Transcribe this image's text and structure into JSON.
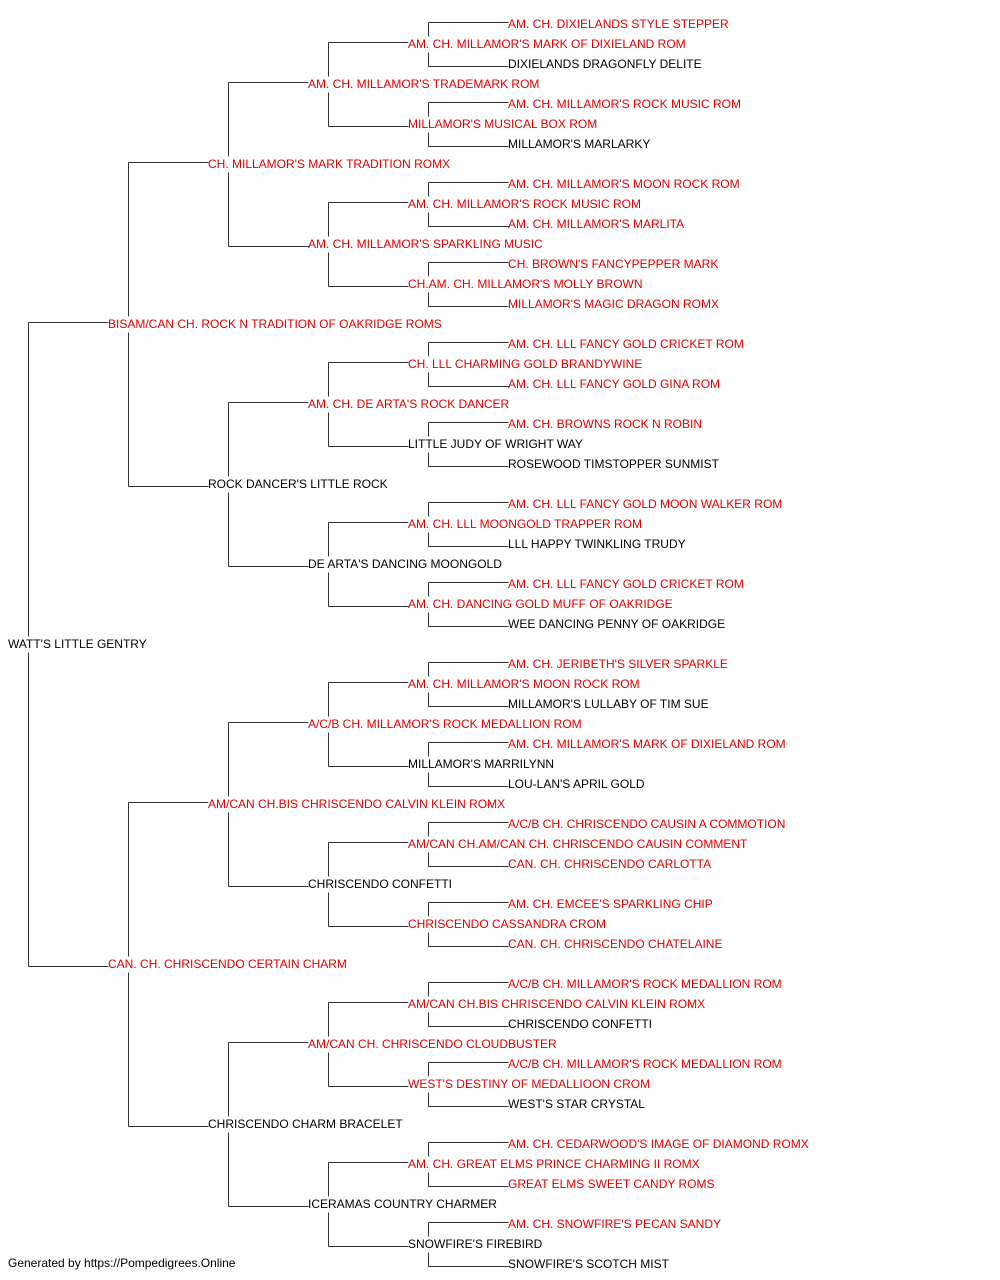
{
  "colors": {
    "titled": "#e00000",
    "untitled": "#000000",
    "line": "#333333"
  },
  "pedigree": {
    "name": "WATT'S LITTLE GENTRY",
    "titled": false,
    "sire": {
      "name": "BISAM/CAN CH. ROCK N TRADITION OF OAKRIDGE ROMS",
      "titled": true,
      "sire": {
        "name": "CH. MILLAMOR'S MARK TRADITION ROMX",
        "titled": true,
        "sire": {
          "name": "AM. CH. MILLAMOR'S TRADEMARK ROM",
          "titled": true,
          "sire": {
            "name": "AM. CH. MILLAMOR'S MARK OF DIXIELAND ROM",
            "titled": true,
            "sire": {
              "name": "AM. CH. DIXIELANDS STYLE STEPPER",
              "titled": true
            },
            "dam": {
              "name": "DIXIELANDS DRAGONFLY DELITE",
              "titled": false
            }
          },
          "dam": {
            "name": "MILLAMOR'S MUSICAL BOX ROM",
            "titled": true,
            "sire": {
              "name": "AM. CH. MILLAMOR'S ROCK MUSIC ROM",
              "titled": true
            },
            "dam": {
              "name": "MILLAMOR'S MARLARKY",
              "titled": false
            }
          }
        },
        "dam": {
          "name": "AM. CH. MILLAMOR'S SPARKLING MUSIC",
          "titled": true,
          "sire": {
            "name": "AM. CH. MILLAMOR'S ROCK MUSIC ROM",
            "titled": true,
            "sire": {
              "name": "AM. CH. MILLAMOR'S MOON ROCK ROM",
              "titled": true
            },
            "dam": {
              "name": "AM. CH. MILLAMOR'S MARLITA",
              "titled": true
            }
          },
          "dam": {
            "name": "CH.AM. CH. MILLAMOR'S MOLLY BROWN",
            "titled": true,
            "sire": {
              "name": "CH. BROWN'S FANCYPEPPER MARK",
              "titled": true
            },
            "dam": {
              "name": "MILLAMOR'S MAGIC DRAGON ROMX",
              "titled": true
            }
          }
        }
      },
      "dam": {
        "name": "ROCK DANCER'S LITTLE ROCK",
        "titled": false,
        "sire": {
          "name": "AM. CH. DE ARTA'S ROCK DANCER",
          "titled": true,
          "sire": {
            "name": "CH. LLL CHARMING GOLD BRANDYWINE",
            "titled": true,
            "sire": {
              "name": "AM. CH. LLL FANCY GOLD CRICKET ROM",
              "titled": true
            },
            "dam": {
              "name": "AM. CH. LLL FANCY GOLD GINA ROM",
              "titled": true
            }
          },
          "dam": {
            "name": "LITTLE JUDY OF WRIGHT WAY",
            "titled": false,
            "sire": {
              "name": "AM. CH. BROWNS ROCK N ROBIN",
              "titled": true
            },
            "dam": {
              "name": "ROSEWOOD TIMSTOPPER SUNMIST",
              "titled": false
            }
          }
        },
        "dam": {
          "name": "DE ARTA'S DANCING MOONGOLD",
          "titled": false,
          "sire": {
            "name": "AM. CH. LLL MOONGOLD TRAPPER ROM",
            "titled": true,
            "sire": {
              "name": "AM. CH. LLL FANCY GOLD MOON WALKER ROM",
              "titled": true
            },
            "dam": {
              "name": "LLL HAPPY TWINKLING TRUDY",
              "titled": false
            }
          },
          "dam": {
            "name": "AM. CH. DANCING GOLD MUFF OF OAKRIDGE",
            "titled": true,
            "sire": {
              "name": "AM. CH. LLL FANCY GOLD CRICKET ROM",
              "titled": true
            },
            "dam": {
              "name": "WEE DANCING PENNY OF OAKRIDGE",
              "titled": false
            }
          }
        }
      }
    },
    "dam": {
      "name": "CAN. CH. CHRISCENDO CERTAIN CHARM",
      "titled": true,
      "sire": {
        "name": "AM/CAN CH.BIS CHRISCENDO CALVIN KLEIN ROMX",
        "titled": true,
        "sire": {
          "name": "A/C/B CH. MILLAMOR'S ROCK MEDALLION ROM",
          "titled": true,
          "sire": {
            "name": "AM. CH. MILLAMOR'S MOON ROCK ROM",
            "titled": true,
            "sire": {
              "name": "AM. CH. JERIBETH'S SILVER SPARKLE",
              "titled": true
            },
            "dam": {
              "name": "MILLAMOR'S LULLABY OF TIM SUE",
              "titled": false
            }
          },
          "dam": {
            "name": "MILLAMOR'S MARRILYNN",
            "titled": false,
            "sire": {
              "name": "AM. CH. MILLAMOR'S MARK OF DIXIELAND ROM",
              "titled": true
            },
            "dam": {
              "name": "LOU-LAN'S APRIL GOLD",
              "titled": false
            }
          }
        },
        "dam": {
          "name": "CHRISCENDO CONFETTI",
          "titled": false,
          "sire": {
            "name": "AM/CAN CH.AM/CAN CH. CHRISCENDO CAUSIN COMMENT",
            "titled": true,
            "sire": {
              "name": "A/C/B CH. CHRISCENDO CAUSIN A COMMOTION",
              "titled": true
            },
            "dam": {
              "name": "CAN. CH. CHRISCENDO CARLOTTA",
              "titled": true
            }
          },
          "dam": {
            "name": "CHRISCENDO CASSANDRA CROM",
            "titled": true,
            "sire": {
              "name": "AM. CH. EMCEE'S SPARKLING CHIP",
              "titled": true
            },
            "dam": {
              "name": "CAN. CH. CHRISCENDO CHATELAINE",
              "titled": true
            }
          }
        }
      },
      "dam": {
        "name": "CHRISCENDO CHARM BRACELET",
        "titled": false,
        "sire": {
          "name": "AM/CAN CH. CHRISCENDO CLOUDBUSTER",
          "titled": true,
          "sire": {
            "name": "AM/CAN CH.BIS CHRISCENDO CALVIN KLEIN ROMX",
            "titled": true,
            "sire": {
              "name": "A/C/B CH. MILLAMOR'S ROCK MEDALLION ROM",
              "titled": true
            },
            "dam": {
              "name": "CHRISCENDO CONFETTI",
              "titled": false
            }
          },
          "dam": {
            "name": "WEST'S DESTINY OF MEDALLIOON CROM",
            "titled": true,
            "sire": {
              "name": "A/C/B CH. MILLAMOR'S ROCK MEDALLION ROM",
              "titled": true
            },
            "dam": {
              "name": "WEST'S STAR CRYSTAL",
              "titled": false
            }
          }
        },
        "dam": {
          "name": "ICERAMAS COUNTRY CHARMER",
          "titled": false,
          "sire": {
            "name": "AM. CH. GREAT ELMS PRINCE CHARMING II ROMX",
            "titled": true,
            "sire": {
              "name": "AM. CH. CEDARWOOD'S IMAGE OF DIAMOND ROMX",
              "titled": true
            },
            "dam": {
              "name": "GREAT ELMS SWEET CANDY ROMS",
              "titled": true
            }
          },
          "dam": {
            "name": "SNOWFIRE'S FIREBIRD",
            "titled": false,
            "sire": {
              "name": "AM. CH. SNOWFIRE'S PECAN SANDY",
              "titled": true
            },
            "dam": {
              "name": "SNOWFIRE'S SCOTCH MIST",
              "titled": false
            }
          }
        }
      }
    }
  },
  "footer": {
    "text": "Generated by https://Pompedigrees.Online"
  }
}
